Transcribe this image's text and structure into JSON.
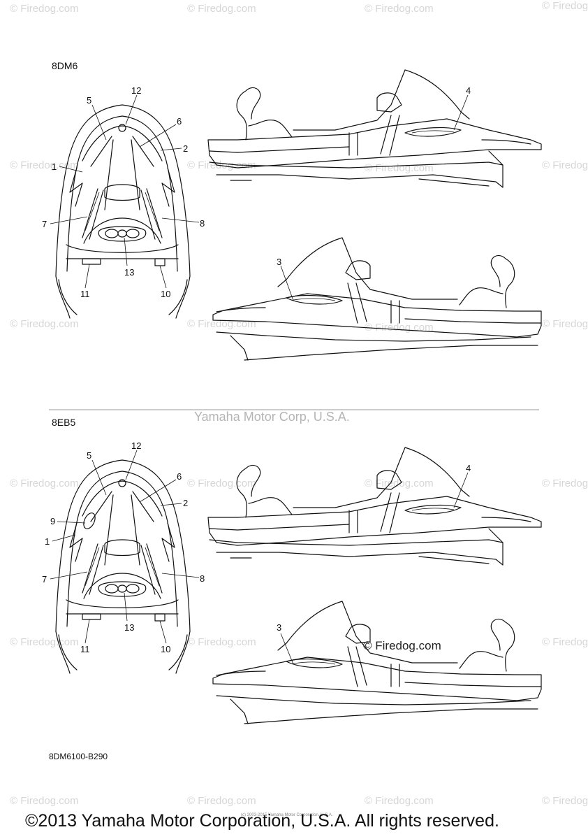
{
  "watermark": {
    "text": "© Firedog.com"
  },
  "center_watermark": "Yamaha Motor Corp, U.S.A.",
  "sections": [
    {
      "model": "8DM6",
      "callouts": [
        "1",
        "2",
        "3",
        "4",
        "5",
        "6",
        "7",
        "8",
        "10",
        "11",
        "12",
        "13"
      ]
    },
    {
      "model": "8EB5",
      "callouts": [
        "1",
        "2",
        "3",
        "4",
        "5",
        "6",
        "7",
        "8",
        "9",
        "10",
        "11",
        "12",
        "13"
      ]
    }
  ],
  "inline_mark": "© Firedog.com",
  "part_number": "8DM6100-B290",
  "fine_print": "(c) 2003-2015 Yamaha Motor Corporation, U.S.A.",
  "copyright": "©2013 Yamaha Motor Corporation, U.S.A. All rights reserved."
}
